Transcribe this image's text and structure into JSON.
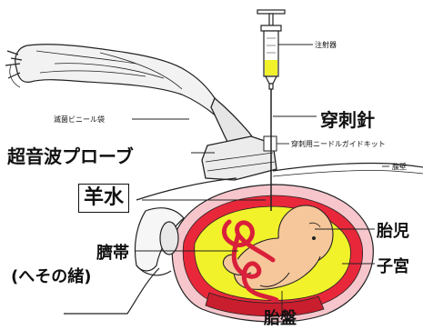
{
  "labels": {
    "syringe": "注射器",
    "sterile_bag": "滅菌ビニール袋",
    "puncture_needle": "穿刺針",
    "ultrasound_probe": "超音波プローブ",
    "needle_guide_kit": "穿刺用ニードルガイドキット",
    "abdominal_wall": "腹壁",
    "amniotic_fluid": "羊水",
    "fetus": "胎児",
    "umbilical_cord": "臍帯",
    "umbilical_cord_alt": "(へその緒)",
    "uterus": "子宮",
    "placenta": "胎盤"
  },
  "colors": {
    "uterus_wall": "#e8283a",
    "uterus_outer": "#f6c6cc",
    "amniotic_fluid": "#f1f22a",
    "fetus_skin": "#f6c79a",
    "umbilical_cord": "#d9203a",
    "syringe_fluid": "#f1f22a",
    "line_art": "#222222"
  }
}
